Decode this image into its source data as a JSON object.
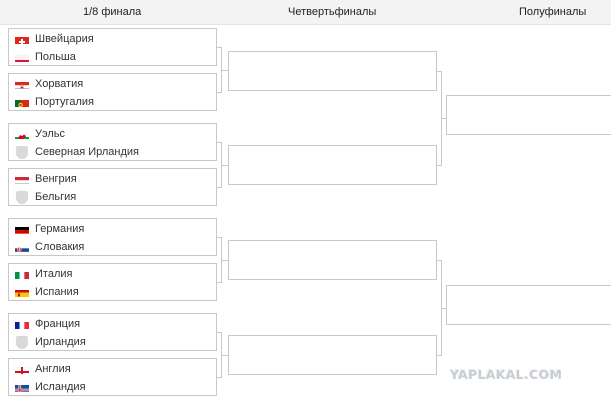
{
  "bracket": {
    "rounds": [
      {
        "label": "1/8 финала"
      },
      {
        "label": "Четвертьфиналы"
      },
      {
        "label": "Полуфиналы"
      }
    ],
    "matches": [
      {
        "team1": {
          "name": "Швейцария",
          "flag": "switzerland-flag-icon"
        },
        "team2": {
          "name": "Польша",
          "flag": "poland-flag-icon"
        }
      },
      {
        "team1": {
          "name": "Хорватия",
          "flag": "croatia-flag-icon"
        },
        "team2": {
          "name": "Португалия",
          "flag": "portugal-flag-icon"
        }
      },
      {
        "team1": {
          "name": "Уэльс",
          "flag": "wales-flag-icon"
        },
        "team2": {
          "name": "Северная Ирландия",
          "flag": "placeholder-shield-icon"
        }
      },
      {
        "team1": {
          "name": "Венгрия",
          "flag": "hungary-flag-icon"
        },
        "team2": {
          "name": "Бельгия",
          "flag": "placeholder-shield-icon"
        }
      },
      {
        "team1": {
          "name": "Германия",
          "flag": "germany-flag-icon"
        },
        "team2": {
          "name": "Словакия",
          "flag": "slovakia-flag-icon"
        }
      },
      {
        "team1": {
          "name": "Италия",
          "flag": "italy-flag-icon"
        },
        "team2": {
          "name": "Испания",
          "flag": "spain-flag-icon"
        }
      },
      {
        "team1": {
          "name": "Франция",
          "flag": "france-flag-icon"
        },
        "team2": {
          "name": "Ирландия",
          "flag": "placeholder-shield-icon"
        }
      },
      {
        "team1": {
          "name": "Англия",
          "flag": "england-flag-icon"
        },
        "team2": {
          "name": "Исландия",
          "flag": "iceland-flag-icon"
        }
      }
    ]
  },
  "watermark": "YAPLAKAL.COM",
  "colors": {
    "header_bg": "#f3f3f3",
    "border": "#c8c8c8",
    "placeholder_shield": "#d9d9d9",
    "watermark": "#c8cdd2"
  }
}
